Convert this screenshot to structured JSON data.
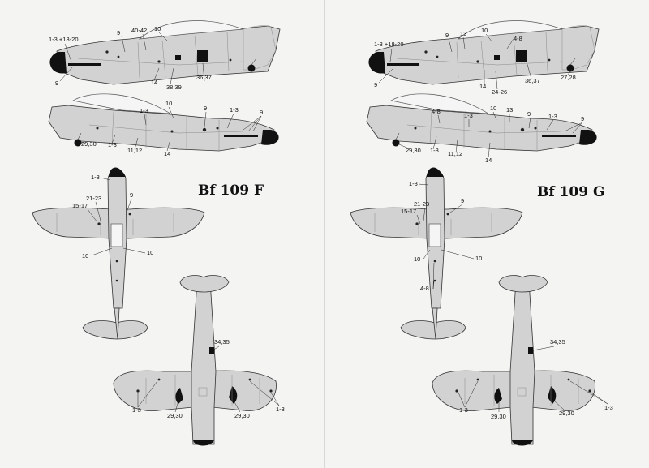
{
  "models": {
    "f": {
      "title": "Bf 109 F"
    },
    "g": {
      "title": "Bf 109 G"
    }
  },
  "f_side_left": {
    "l_1_3_18_20": "1-3 +18-20",
    "l_9a": "9",
    "l_40_42": "40-42",
    "l_10": "10",
    "l_9b": "9",
    "l_14": "14",
    "l_38_39": "38,39",
    "l_36_37": "36,37"
  },
  "f_side_right": {
    "l_1_3a": "1-3",
    "l_10": "10",
    "l_9a": "9",
    "l_1_3b": "1-3",
    "l_9b": "9",
    "l_29_30": "29,30",
    "l_1_3c": "1-3",
    "l_11_12": "11,12",
    "l_14": "14"
  },
  "f_top": {
    "l_1_3": "1-3",
    "l_21_23": "21-23",
    "l_9": "9",
    "l_15_17": "15-17",
    "l_10a": "10",
    "l_10b": "10"
  },
  "f_bottom": {
    "l_34_35": "34,35",
    "l_1_3a": "1-3",
    "l_29_30a": "29,30",
    "l_29_30b": "29,30",
    "l_1_3b": "1-3"
  },
  "g_side_left": {
    "l_1_3_18_20": "1-3 +18-20",
    "l_9a": "9",
    "l_13": "13",
    "l_10": "10",
    "l_4_8": "4-8",
    "l_9b": "9",
    "l_14": "14",
    "l_24_26": "24-26",
    "l_36_37": "36,37",
    "l_27_28": "27,28"
  },
  "g_side_right": {
    "l_4_8": "4-8",
    "l_1_3a": "1-3",
    "l_10": "10",
    "l_13": "13",
    "l_9a": "9",
    "l_1_3b": "1-3",
    "l_9b": "9",
    "l_29_30": "29,30",
    "l_1_3c": "1-3",
    "l_11_12": "11,12",
    "l_14": "14"
  },
  "g_top": {
    "l_1_3": "1-3",
    "l_21_23": "21-23",
    "l_9": "9",
    "l_15_17": "15-17",
    "l_10a": "10",
    "l_10b": "10",
    "l_4_8": "4-8"
  },
  "g_bottom": {
    "l_34_35": "34,35",
    "l_1_3a": "1-3",
    "l_29_30a": "29,30",
    "l_29_30b": "29,30",
    "l_1_3b": "1-3"
  },
  "colors": {
    "paper": "#f4f4f2",
    "aircraft_grey": "#d2d2d2",
    "black": "#111111"
  }
}
